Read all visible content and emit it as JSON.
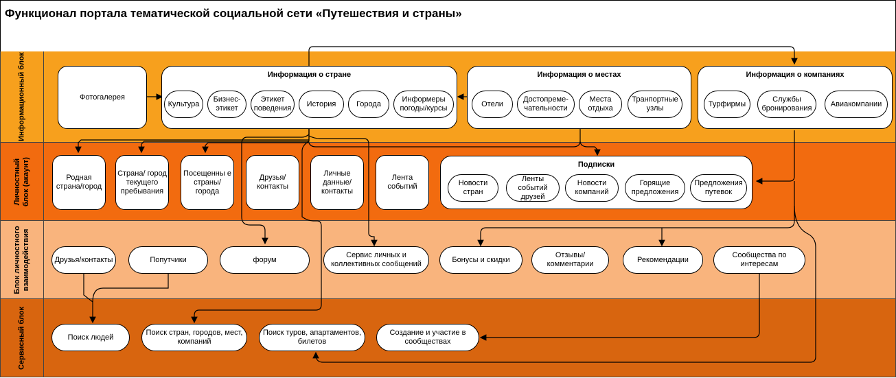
{
  "title": "Функционал портала тематической социальной сети «Путешествия и страны»",
  "colors": {
    "info": "#f7a01d",
    "personal": "#f26b0f",
    "interaction": "#f9b47d",
    "service": "#d8650f"
  },
  "bands": {
    "info": "Информационный блок",
    "personal": "Личностный блок (акаунт)",
    "interaction": "Блок личностного взаимодействия",
    "service": "Сервисный блок"
  },
  "info": {
    "gallery": "Фотогалерея",
    "country": {
      "title": "Информация о стране",
      "items": [
        "Культура",
        "Бизнес-этикет",
        "Этикет поведения",
        "История",
        "Города",
        "Информеры погоды/курсы"
      ]
    },
    "places": {
      "title": "Информация о местах",
      "items": [
        "Отели",
        "Достопреме-чательности",
        "Места отдыха",
        "Транпортные узлы"
      ]
    },
    "companies": {
      "title": "Информация о компаниях",
      "items": [
        "Турфирмы",
        "Службы бронирования",
        "Авиакомпании"
      ]
    }
  },
  "personal": {
    "items": [
      "Родная страна/город",
      "Страна/ город текущего пребывания",
      "Посещенны е страны/ города",
      "Друзья/ контакты",
      "Личные данные/ контакты",
      "Лента событий"
    ],
    "subs": {
      "title": "Подписки",
      "items": [
        "Новости стран",
        "Ленты событий друзей",
        "Новости компаний",
        "Горящие предложения",
        "Предложения путевок"
      ]
    }
  },
  "interaction": {
    "items": [
      "Друзья/контакты",
      "Попутчики",
      "форум",
      "Сервис личных и коллективных сообщений",
      "Бонусы и скидки",
      "Отзывы/ комментарии",
      "Рекомендации",
      "Сообщества по интересам"
    ]
  },
  "service": {
    "items": [
      "Поиск людей",
      "Поиск стран, городов, мест, компаний",
      "Поиск туров, апартаментов, билетов",
      "Создание и участие в сообществах"
    ]
  }
}
